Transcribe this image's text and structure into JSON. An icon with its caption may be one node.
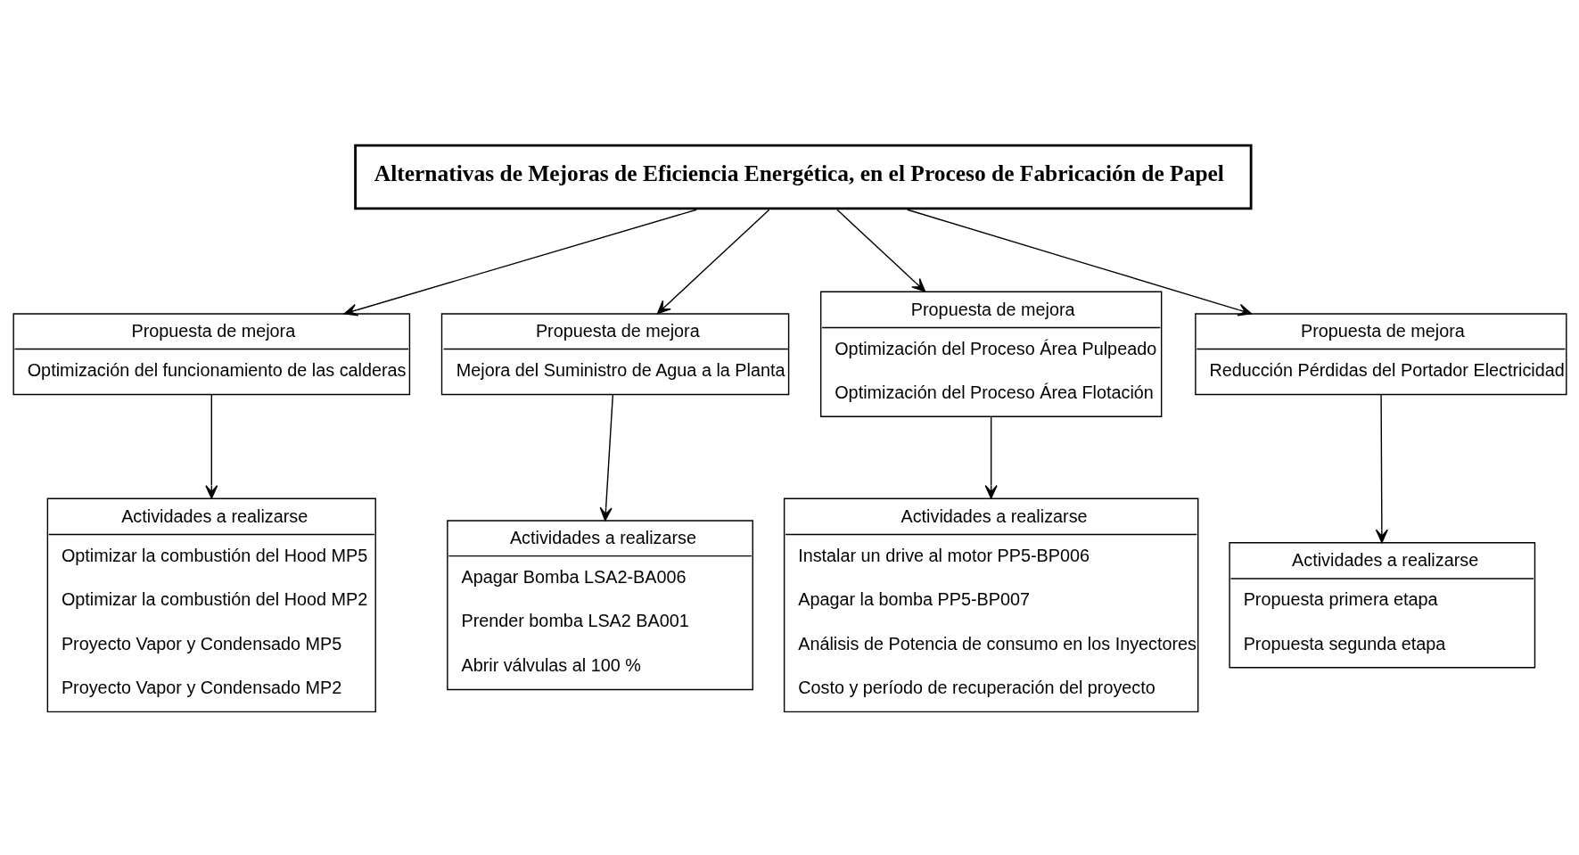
{
  "diagram": {
    "nodes": [
      {
        "text": [
          "Alternativas de Mejoras de Eficiencia Energética, en el Proceso de Fabricación de Papel"
        ]
      },
      {
        "text": [
          "Propuesta de mejora",
          "Optimización del funcionamiento de las calderas"
        ]
      },
      {
        "text": [
          "Propuesta de mejora",
          "Mejora del Suministro de Agua a la Planta"
        ]
      },
      {
        "text": [
          "Propuesta de mejora",
          "Optimización del Proceso Área Pulpeado",
          "Optimización del Proceso Área Flotación"
        ]
      },
      {
        "text": [
          "Propuesta de mejora",
          "Reducción Pérdidas del Portador Electricidad"
        ]
      },
      {
        "text": [
          "Actividades a realizarse",
          "Optimizar la combustión del Hood MP5",
          "Optimizar la combustión del Hood MP2",
          "Proyecto Vapor y Condensado MP5",
          "Proyecto Vapor y Condensado MP2"
        ]
      },
      {
        "text": [
          "Actividades a realizarse",
          "Apagar Bomba LSA2-BA006",
          "Prender bomba LSA2 BA001",
          "Abrir válvulas al 100 %"
        ]
      },
      {
        "text": [
          "Actividades a realizarse",
          "Instalar un drive al motor PP5-BP006",
          "Apagar la bomba PP5-BP007",
          "Análisis de Potencia de consumo en los Inyectores",
          "Costo y período de recuperación del proyecto"
        ]
      },
      {
        "text": [
          "Actividades a realizarse",
          "Propuesta primera etapa",
          "Propuesta segunda etapa"
        ]
      }
    ],
    "edges": [
      {
        "from": 0,
        "to": 1,
        "arrow": "to"
      },
      {
        "from": 0,
        "to": 2,
        "arrow": "to"
      },
      {
        "from": 0,
        "to": 3,
        "arrow": "to"
      },
      {
        "from": 0,
        "to": 4,
        "arrow": "to"
      },
      {
        "from": 1,
        "to": 5,
        "arrow": "to"
      },
      {
        "from": 2,
        "to": 6,
        "arrow": "to"
      },
      {
        "from": 3,
        "to": 7,
        "arrow": "to"
      },
      {
        "from": 4,
        "to": 8,
        "arrow": "to"
      }
    ]
  }
}
